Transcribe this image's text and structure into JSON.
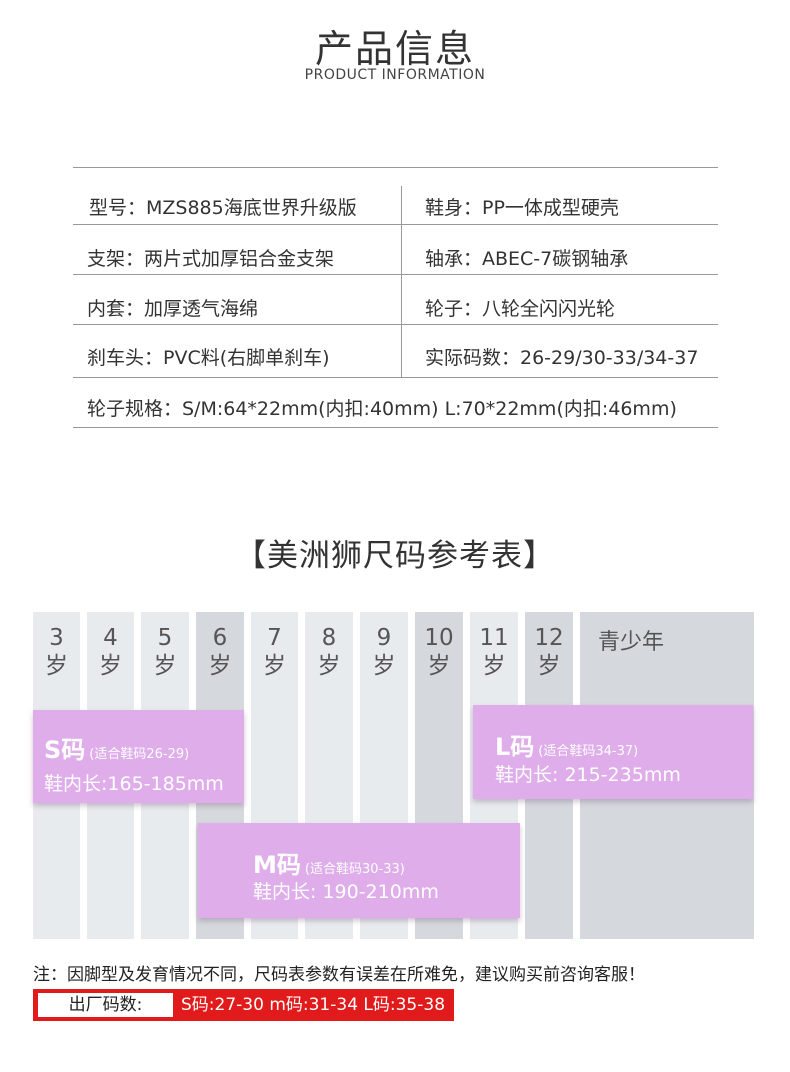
{
  "header": {
    "title": "产品信息",
    "subtitle": "PRODUCT INFORMATION"
  },
  "specs": {
    "model": "型号：MZS885海底世界升级版",
    "body": "鞋身：PP一体成型硬壳",
    "frame": "支架：两片式加厚铝合金支架",
    "bearing": "轴承：ABEC-7碳钢轴承",
    "liner": "内套：加厚透气海绵",
    "wheels": "轮子：八轮全闪闪光轮",
    "brake": "刹车头：PVC料(右脚单刹车)",
    "actual_sizes": "实际码数：26-29/30-33/34-37",
    "wheel_spec": "轮子规格：S/M:64*22mm(内扣:40mm) L:70*22mm(内扣:46mm)"
  },
  "size_chart": {
    "title": "【美洲狮尺码参考表】",
    "ages": [
      {
        "num": "3",
        "unit": "岁"
      },
      {
        "num": "4",
        "unit": "岁"
      },
      {
        "num": "5",
        "unit": "岁"
      },
      {
        "num": "6",
        "unit": "岁"
      },
      {
        "num": "7",
        "unit": "岁"
      },
      {
        "num": "8",
        "unit": "岁"
      },
      {
        "num": "9",
        "unit": "岁"
      },
      {
        "num": "10",
        "unit": "岁"
      },
      {
        "num": "11",
        "unit": "岁"
      },
      {
        "num": "12",
        "unit": "岁"
      }
    ],
    "teen_label": "青少年",
    "sizes": {
      "s": {
        "name": "S码",
        "note": "(适合鞋码26-29)",
        "length": "鞋内长:165-185mm"
      },
      "m": {
        "name": "M码",
        "note": "(适合鞋码30-33)",
        "length": "鞋内长: 190-210mm"
      },
      "l": {
        "name": "L码",
        "note": "(适合鞋码34-37)",
        "length": "鞋内长: 215-235mm"
      }
    },
    "colors": {
      "column_light": "#e8ebee",
      "column_dark": "#d5d8dc",
      "size_box": "#deadea",
      "factory_banner": "#e11b1b"
    }
  },
  "note": "注：因脚型及发育情况不同，尺码表参数有误差在所难免，建议购买前咨询客服！",
  "factory": {
    "label": "出厂码数:",
    "sizes": "S码:27-30   m码:31-34   L码:35-38"
  }
}
